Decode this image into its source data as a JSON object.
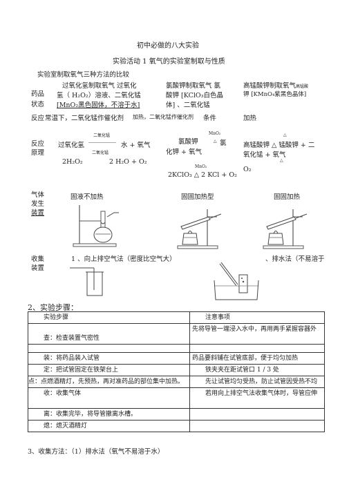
{
  "page_title": "初中必做的八大实验",
  "activity_title": "实验活动 1 氧气的实验室制取与性质",
  "section1_heading": "实验室制取氧气三种方法的比较",
  "row_labels": {
    "reagents_a": "药品",
    "reagents_b": "状态",
    "conditions": "反应",
    "principle_a": "反应",
    "principle_b": "原理",
    "apparatus_a": "气体",
    "apparatus_b": "发生",
    "apparatus_c": "装置",
    "collect_a": "收集",
    "collect_b": "装置"
  },
  "methods": {
    "h2o2": {
      "reagents_line1": "过氧化氢制取氧气 过氧化",
      "reagents_line2": "氢（ H₂O₂）溶液、二氧化锰",
      "reagents_line3": "[MnO₂黑色固体，不溶于水]",
      "condition": "常温下，二氧化锰作催化剂",
      "eq_catalyst_top": "二氧化锰",
      "eq_reactant": "过氧化氢",
      "eq_products": "水 + 氧气",
      "eq_catalyst_bottom": "二氧化锰",
      "eq_formula_left": "2H₂O₂",
      "eq_formula_right": "2 H₂O + O₂",
      "apparatus": "固液不加热"
    },
    "kclo3": {
      "reagents_line1": "氯酸钾制取氧气 氯",
      "reagents_line2": "酸钾 [KClO₃白色晶",
      "reagents_line3": "体] 、二氧化锰",
      "condition": "加热，二氧化锰作催化剂",
      "eq_left": "氯酸钾",
      "eq_catalyst": "MnO₂",
      "eq_heat": "△",
      "eq_product1": "氯",
      "eq_product2": "化钾 + 氧气",
      "eq_formula_catalyst": "MnO₂",
      "eq_formula": "2KClO₃ △ 2 KCl + O₂",
      "apparatus": "固固加热型"
    },
    "kmno4": {
      "reagents_line1": "高锰酸钾制取氧气",
      "reagents_small": "高锰酸",
      "reagents_line2": "钾 [KMnO₄紫黑色晶体]",
      "conditions_label": "条件",
      "condition": "加热",
      "eq_heat_top": "△",
      "eq_line1": "高锰酸钾 △ 锰酸钾 + 二",
      "eq_line2": "氧化锰 + 氧气",
      "eq_heat_bottom": "△",
      "eq_formula": "O₂",
      "apparatus": "固固加热"
    }
  },
  "collection": {
    "method1": "1 、向上排空气法（密度比空气大）",
    "method2": "、排水法（不易溶于"
  },
  "section2_heading": "2、实验步骤：",
  "steps_table": {
    "headers": [
      "实验步骤",
      "注意事项"
    ],
    "rows": [
      [
        "查：检查装置气密性",
        "先将导管一端浸入水中，再用两手紧握容器外"
      ],
      [
        "",
        ""
      ],
      [
        "装：将药品装入试管",
        "药品要斜铺在试管底部，便于均匀加热"
      ],
      [
        "定：把试管固定在铁架台上",
        "铁夹夹在距试管口 1 / 3 处"
      ],
      [
        "点：点燃酒精灯，先预热，再对准药品的部位集中加热。",
        "先让试管均匀受热，防止试管因受热不均"
      ],
      [
        "收：收集气体",
        "若用向上排空气法收集气体时，导管应伸"
      ],
      [
        "离：收集完毕，将导管撤离水槽。",
        ""
      ],
      [
        "熄：熄灭酒精灯",
        ""
      ]
    ]
  },
  "section3": "3、收集方法：（1）排水法（氧气不易溶于水）"
}
